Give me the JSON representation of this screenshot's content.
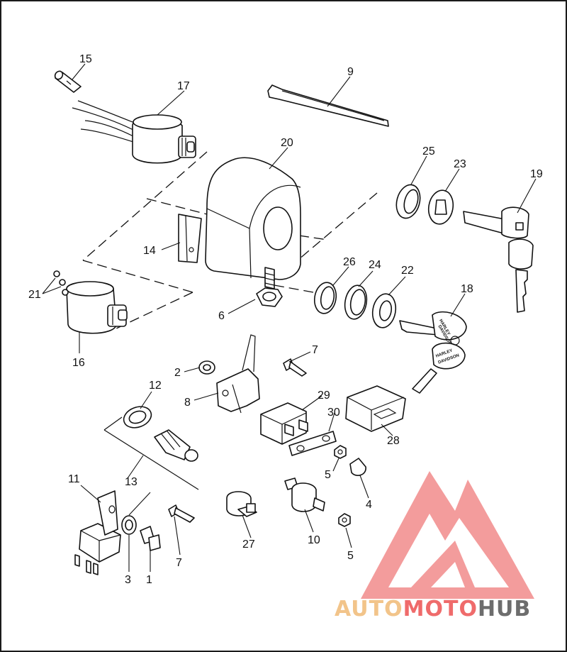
{
  "diagram": {
    "callouts": {
      "c1": "1",
      "c2": "2",
      "c3": "3",
      "c4": "4",
      "c5a": "5",
      "c5b": "5",
      "c6": "6",
      "c7a": "7",
      "c7b": "7",
      "c8": "8",
      "c9": "9",
      "c10": "10",
      "c11": "11",
      "c12": "12",
      "c13": "13",
      "c14": "14",
      "c15": "15",
      "c16": "16",
      "c17": "17",
      "c18": "18",
      "c19": "19",
      "c20": "20",
      "c21": "21",
      "c22": "22",
      "c23": "23",
      "c24": "24",
      "c25": "25",
      "c26": "26",
      "c27": "27",
      "c28": "28",
      "c29": "29",
      "c30": "30"
    },
    "key_text": {
      "line1": "HARLEY",
      "line2": "DAVIDSON"
    }
  },
  "watermark": {
    "part1": "AUTO",
    "part2": "MOTO",
    "part3": "HUB",
    "color_light": "#f2c48a",
    "color_accent": "#ef6b6b",
    "color_dark": "#6d6d6d"
  }
}
